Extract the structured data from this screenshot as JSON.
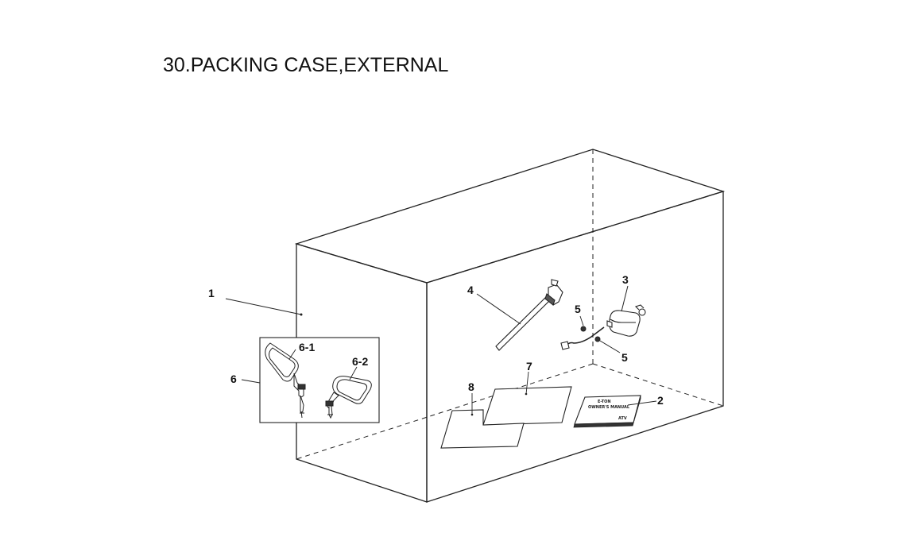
{
  "title": "30.PACKING CASE,EXTERNAL",
  "callouts": {
    "c1": "1",
    "c2": "2",
    "c3": "3",
    "c4": "4",
    "c5a": "5",
    "c5b": "5",
    "c6": "6",
    "c6_1": "6-1",
    "c6_2": "6-2",
    "c7": "7",
    "c8": "8"
  },
  "manual": {
    "line1": "E-TON",
    "line2": "OWNER'S   MANUAL",
    "line3": "ATV"
  },
  "colors": {
    "line": "#222222",
    "paper": "#ffffff"
  }
}
